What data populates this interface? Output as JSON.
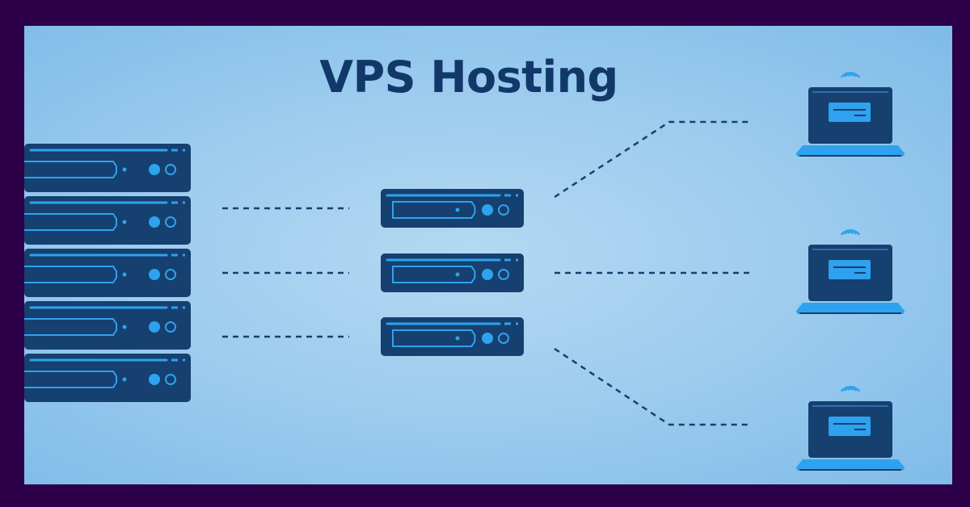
{
  "title": "VPS Hosting",
  "colors": {
    "frame": "#2b0049",
    "server_body": "#16406f",
    "accent": "#2ea2ef",
    "title": "#12386a",
    "dash": "#16406f"
  },
  "diagram": {
    "physical_server_units": 5,
    "virtual_servers": 3,
    "clients": 3,
    "icons": [
      "server-rack-icon",
      "virtual-server-icon",
      "laptop-icon",
      "wifi-icon"
    ]
  }
}
